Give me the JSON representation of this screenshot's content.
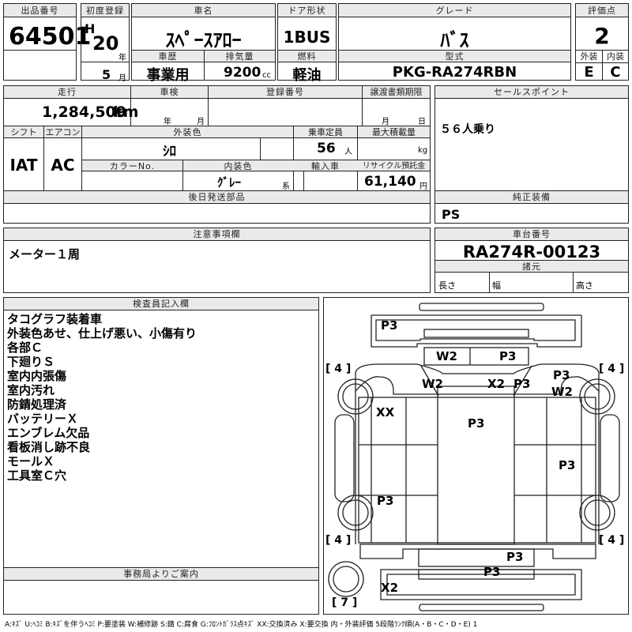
{
  "header": {
    "lot_label": "出品番号",
    "lot_no": "64501",
    "reg_label": "初度登録",
    "era": "H",
    "year": "20",
    "year_unit": "年",
    "month": "5",
    "month_unit": "月",
    "car_name_label": "車名",
    "car_name": "ｽﾍﾟｰｽｱﾛｰ",
    "history_label": "車歴",
    "history": "事業用",
    "displacement_label": "排気量",
    "displacement": "9200",
    "displacement_unit": "cc",
    "door_label": "ドア形状",
    "door": "1BUS",
    "fuel_label": "燃料",
    "fuel": "軽油",
    "grade_label": "グレード",
    "grade": "ﾊﾞｽ",
    "model_label": "型式",
    "model": "PKG-RA274RBN",
    "score_label": "評価点",
    "score": "2",
    "ext_label": "外装",
    "ext": "E",
    "int_label": "内装",
    "int": "C"
  },
  "row2": {
    "mileage_label": "走行",
    "mileage": "1,284,509",
    "mileage_unit": "km",
    "inspection_label": "車検",
    "year_unit": "年",
    "month_unit": "月",
    "reg_no_label": "登録番号",
    "transfer_label": "譲渡書類期限",
    "transfer_month": "月",
    "transfer_day": "日",
    "shift_label": "シフト",
    "shift": "IAT",
    "ac_label": "エアコン",
    "ac": "AC",
    "ext_color_label": "外装色",
    "ext_color": "ｼﾛ",
    "capacity_label": "乗車定員",
    "capacity": "56",
    "capacity_unit": "人",
    "max_load_label": "最大積載量",
    "max_load_unit": "kg",
    "color_no_label": "カラーNo.",
    "int_color_label": "内装色",
    "int_color": "ｸﾞﾚｰ",
    "int_color_unit": "系",
    "import_label": "輸入車",
    "recycle_label": "リサイクル預託金",
    "recycle": "61,140",
    "recycle_unit": "円",
    "later_parts_label": "後日発送部品",
    "sales_label": "セールスポイント",
    "sales": "５６人乗り",
    "equip_label": "純正装備",
    "equip": "PS"
  },
  "notes": {
    "label": "注意事項欄",
    "text": "メーター１周"
  },
  "chassis": {
    "label": "車台番号",
    "number": "RA274R-00123",
    "spec_label": "諸元",
    "length_label": "長さ",
    "width_label": "幅",
    "height_label": "高さ"
  },
  "inspector": {
    "label": "検査員記入欄",
    "lines": [
      "タコグラフ装着車",
      "外装色あせ、仕上げ悪い、小傷有り",
      "各部Ｃ",
      "下廻りＳ",
      "室内内張傷",
      "室内汚れ",
      "防錆処理済",
      "バッテリーＸ",
      "エンブレム欠品",
      "看板消し跡不良",
      "モールＸ",
      "工具室Ｃ穴"
    ]
  },
  "office": {
    "label": "事務局よりご案内"
  },
  "diagram": {
    "marks": {
      "m1": "P3",
      "m2": "W2",
      "m3": "P3",
      "m4": "W2",
      "m5": "X2",
      "m6": "P3",
      "m7": "P3",
      "m8": "W2",
      "m9": "XX",
      "m10": "P3",
      "m11": "P3",
      "m12": "P3",
      "m13": "P3",
      "m14": "P3",
      "m15": "X2"
    },
    "tires": {
      "fl": "[ 4 ]",
      "fr": "[ 4 ]",
      "rl": "[ 4 ]",
      "rr": "[ 4 ]",
      "spare": "[ 7 ]"
    }
  },
  "legend": "A:ｷｽﾞ  U:ﾍｺﾐ  B:ｷｽﾞを伴うﾍｺﾐ  P:要塗装  W:補修跡  S:錆  C:腐食  G:ﾌﾛﾝﾄｶﾞﾗｽ点ｷｽﾞ  XX:交換済み  X:要交換   内・外装評価  5段階ﾗﾝｸ順(A・B・C・D・E) 1"
}
